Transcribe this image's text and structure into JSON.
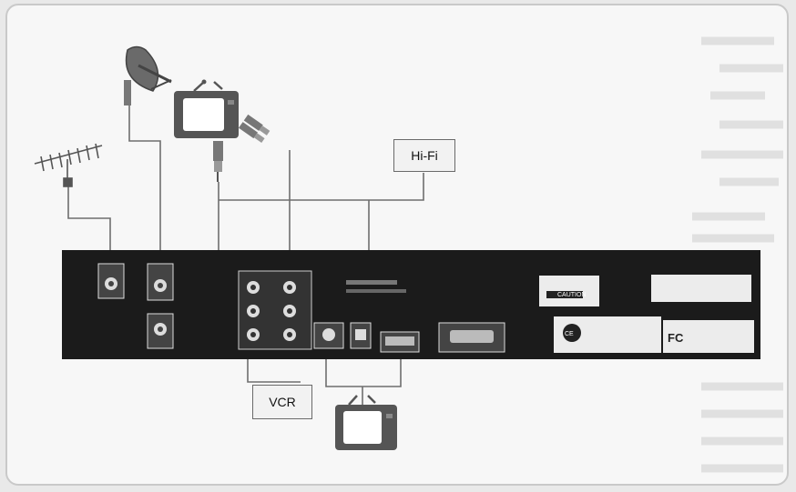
{
  "labels": {
    "hifi": "Hi-Fi",
    "vcr": "VCR",
    "caution": "CAUTION",
    "ce_mark": "CE",
    "fc_mark": "FC"
  },
  "colors": {
    "panel": "#1b1b1b",
    "wire": "#6e6e6e",
    "tv_body": "#555555",
    "frame": "#c9c9c9"
  },
  "icons": [
    "antenna-icon",
    "satellite-dish-icon",
    "tv-icon",
    "rca-plug-icon",
    "scart-port-icon",
    "serial-port-icon"
  ]
}
